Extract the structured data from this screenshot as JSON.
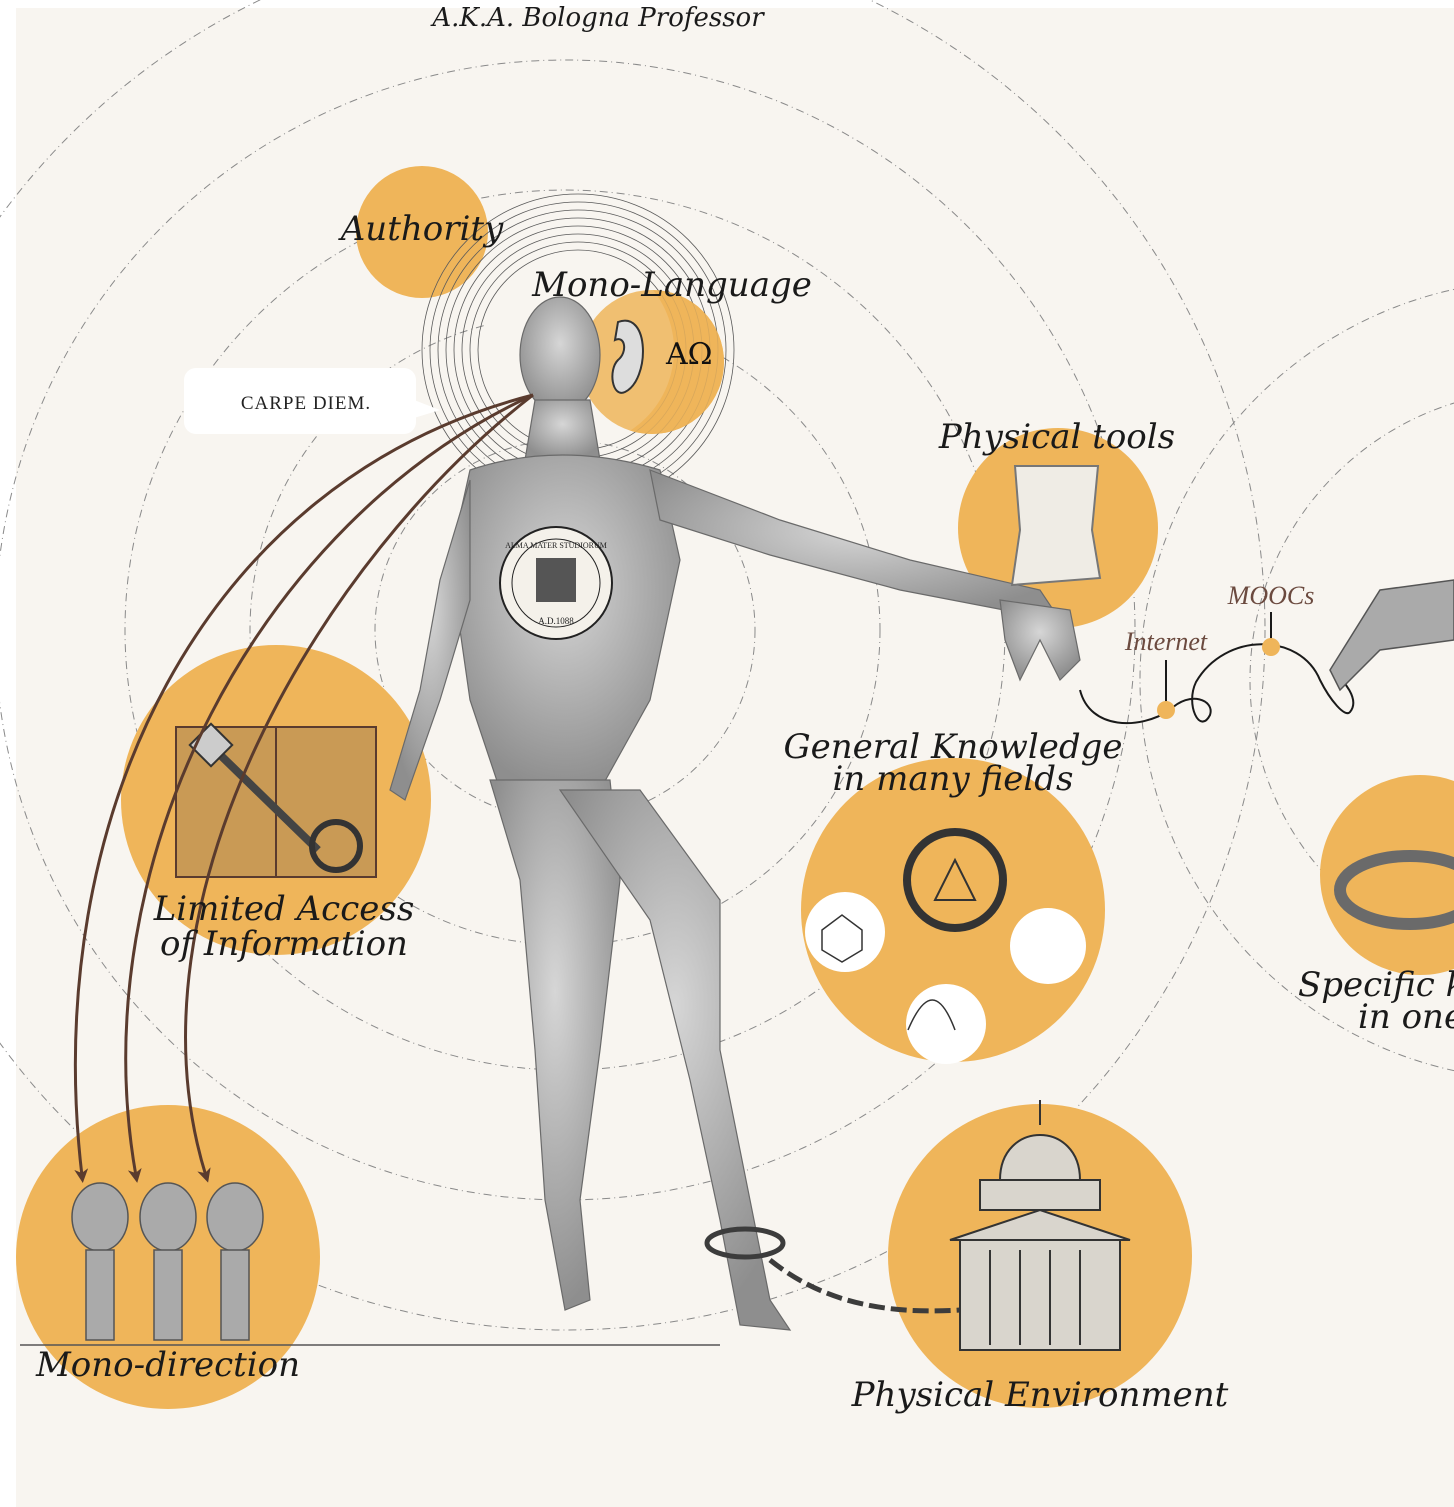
{
  "subtitle": "A.K.A. Bologna Professor",
  "speech_bubble": "CARPE DIEM.",
  "labels": {
    "authority": "Authority",
    "mono_language": "Mono-Language",
    "physical_tools": "Physical tools",
    "limited_access_1": "Limited Access",
    "limited_access_2": "of Information",
    "general_knowledge_1": "General Knowledge",
    "general_knowledge_2": "in many fields",
    "specific_1": "Specific k",
    "specific_2": "in one",
    "mono_direction": "Mono-direction",
    "physical_environment": "Physical Environment",
    "internet": "Internet",
    "moocs": "MOOCs",
    "seal_text": "ALMA MATER STUDIORUM",
    "seal_year": "A.D.1088",
    "alpha_omega": "AΩ"
  },
  "colors": {
    "background": "#f8f5f0",
    "accent": "#efb55a",
    "arrow": "#5a3b2e",
    "dash": "#8a8a8a",
    "figure": "#9a9a9a"
  }
}
